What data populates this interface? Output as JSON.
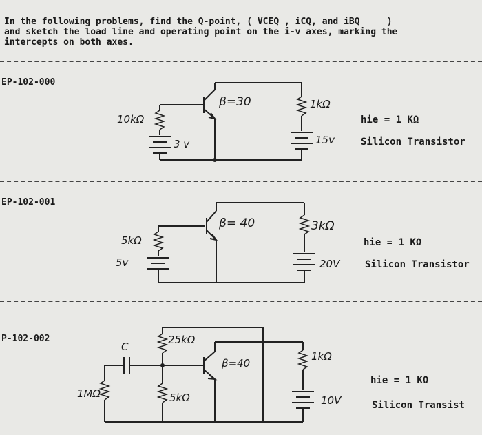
{
  "intro": {
    "line1": "In the following problems, find the Q-point, ( VCEQ , iCQ, and iBQ     )",
    "line2": "and sketch the load line and operating point on the i-v axes, marking the",
    "line3": "intercepts on both axes."
  },
  "problems": [
    {
      "id": "EP-102-000",
      "beta": "β=30",
      "rb": "10kΩ",
      "vbb": "3 v",
      "rc": "1kΩ",
      "vcc": "15v",
      "hie": "hie = 1 KΩ",
      "transistor": "Silicon Transistor"
    },
    {
      "id": "EP-102-001",
      "beta": "β= 40",
      "rb": "5kΩ",
      "vbb": "5v",
      "rc": "3kΩ",
      "vcc": "20V",
      "hie": "hie = 1 KΩ",
      "transistor": "Silicon Transistor"
    },
    {
      "id": "P-102-002",
      "cap": "C",
      "r1": "25kΩ",
      "beta": "β=40",
      "rc": "1kΩ",
      "rs": "1MΩ",
      "r2": "5kΩ",
      "vcc": "10V",
      "hie": "hie = 1 KΩ",
      "transistor": "Silicon Transist"
    }
  ]
}
